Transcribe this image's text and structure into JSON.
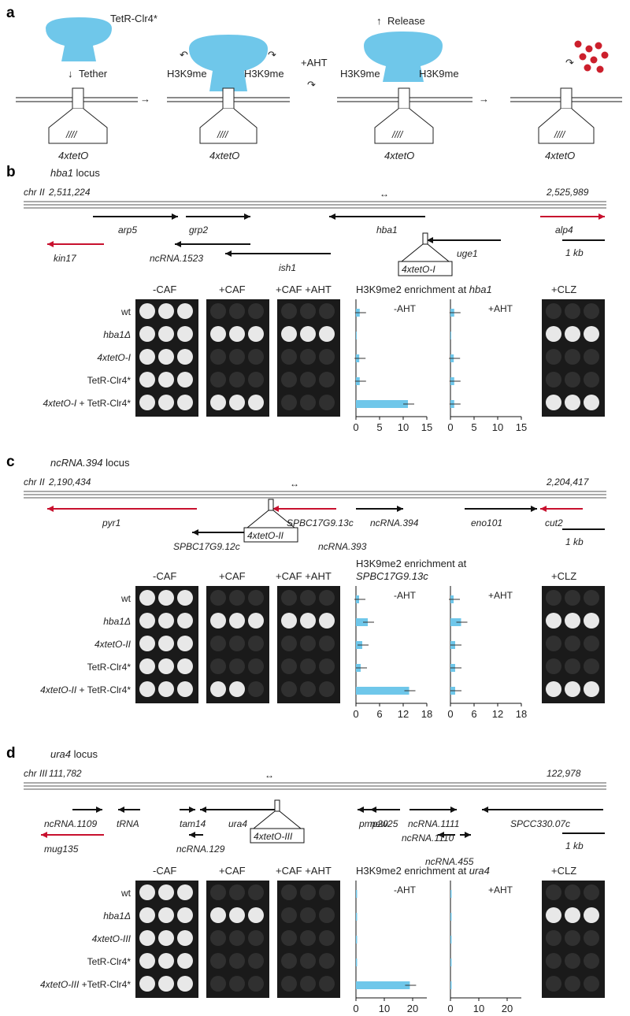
{
  "colors": {
    "protein": "#6fc7ea",
    "mark": "#cc1f2c",
    "bar": "#6fc7ea",
    "red_gene": "#c8102e",
    "spot_bg": "#1a1a1a",
    "spot": "#e8e8e8"
  },
  "panel_a": {
    "letter": "a",
    "protein_label": "TetR-Clr4*",
    "tether": "Tether",
    "mark": "H3K9me",
    "aht": "+AHT",
    "release": "Release",
    "tetO": "4xtetO",
    "tetO_marks": "////"
  },
  "panels": [
    {
      "letter": "b",
      "locus_name": "hba1",
      "locus_suffix": " locus",
      "chr": "chr II",
      "coord_left": "2,511,224",
      "coord_right": "2,525,989",
      "insert": "4xtetO-I",
      "scale": "1 kb",
      "genes": [
        "arp5",
        "grp2",
        "hba1",
        "alp4",
        "kin17",
        "ncRNA.1523",
        "ish1",
        "uge1"
      ],
      "conditions": [
        "-CAF",
        "+CAF",
        "+CAF +AHT",
        "+CLZ"
      ],
      "enrich_title": "H3K9me2 enrichment at ",
      "enrich_target": "hba1",
      "aht_minus": "-AHT",
      "aht_plus": "+AHT",
      "strains": [
        {
          "pre": "wt",
          "ital": ""
        },
        {
          "pre": "",
          "ital": "hba1Δ"
        },
        {
          "pre": "",
          "ital": "4xtetO-I"
        },
        {
          "pre": "TetR-Clr4*",
          "ital": ""
        },
        {
          "pre": "",
          "ital": "4xtetO-I",
          "post": " + TetR-Clr4*"
        }
      ],
      "ticks": [
        "0",
        "5",
        "10",
        "15"
      ],
      "chart_data": {
        "type": "bar",
        "xlim": [
          0,
          15
        ],
        "series": [
          {
            "name": "-AHT",
            "values": [
              0.8,
              0,
              0.7,
              0.8,
              11
            ]
          },
          {
            "name": "+AHT",
            "values": [
              0.8,
              0,
              0.7,
              0.8,
              0.8
            ]
          }
        ]
      },
      "spots": {
        "cond0": [
          3,
          3,
          3,
          3,
          3
        ],
        "cond1": [
          0,
          3,
          0,
          0,
          3
        ],
        "cond2": [
          0,
          3,
          0,
          0,
          0
        ],
        "cond3": [
          0,
          3,
          0,
          0,
          3
        ]
      }
    },
    {
      "letter": "c",
      "locus_name": "ncRNA.394",
      "locus_suffix": " locus",
      "chr": "chr II",
      "coord_left": "2,190,434",
      "coord_right": "2,204,417",
      "insert": "4xtetO-II",
      "scale": "1 kb",
      "genes": [
        "pyr1",
        "SPBC17G9.13c",
        "ncRNA.394",
        "eno101",
        "cut2",
        "SPBC17G9.12c",
        "ncRNA.393"
      ],
      "conditions": [
        "-CAF",
        "+CAF",
        "+CAF +AHT",
        "+CLZ"
      ],
      "enrich_title": "H3K9me2 enrichment at",
      "enrich_target": "SPBC17G9.13c",
      "aht_minus": "-AHT",
      "aht_plus": "+AHT",
      "strains": [
        {
          "pre": "wt",
          "ital": ""
        },
        {
          "pre": "",
          "ital": "hba1Δ"
        },
        {
          "pre": "",
          "ital": "4xtetO-II"
        },
        {
          "pre": "TetR-Clr4*",
          "ital": ""
        },
        {
          "pre": "",
          "ital": "4xtetO-II",
          "post": " + TetR-Clr4*"
        }
      ],
      "ticks": [
        "0",
        "6",
        "12",
        "18"
      ],
      "chart_data": {
        "type": "bar",
        "xlim": [
          0,
          18
        ],
        "series": [
          {
            "name": "-AHT",
            "values": [
              0.8,
              3,
              1.6,
              1.2,
              13.5
            ]
          },
          {
            "name": "+AHT",
            "values": [
              0.8,
              2.7,
              1.2,
              1.2,
              1.2
            ]
          }
        ]
      },
      "spots": {
        "cond0": [
          3,
          3,
          3,
          3,
          3
        ],
        "cond1": [
          0,
          3,
          0,
          0,
          2
        ],
        "cond2": [
          0,
          3,
          0,
          0,
          0
        ],
        "cond3": [
          0,
          3,
          0,
          0,
          3
        ]
      }
    },
    {
      "letter": "d",
      "locus_name": "ura4",
      "locus_suffix": " locus",
      "chr": "chr III",
      "coord_left": "111,782",
      "coord_right": "122,978",
      "insert": "4xtetO-III",
      "scale": "1 kb",
      "genes": [
        "ncRNA.1109",
        "tRNA",
        "tam14",
        "ura4",
        "new25",
        "pmp20",
        "ncRNA.1111",
        "SPCC330.07c",
        "mug135",
        "ncRNA.129",
        "ncRNA.1110",
        "ncRNA.455"
      ],
      "conditions": [
        "-CAF",
        "+CAF",
        "+CAF +AHT",
        "+CLZ"
      ],
      "enrich_title": "H3K9me2 enrichment at ",
      "enrich_target": "ura4",
      "aht_minus": "-AHT",
      "aht_plus": "+AHT",
      "strains": [
        {
          "pre": "wt",
          "ital": ""
        },
        {
          "pre": "",
          "ital": "hba1Δ"
        },
        {
          "pre": "",
          "ital": "4xtetO-III"
        },
        {
          "pre": "TetR-Clr4*",
          "ital": ""
        },
        {
          "pre": "",
          "ital": "4xtetO-III",
          "post": " +TetR-Clr4*"
        }
      ],
      "ticks": [
        "0",
        "10",
        "20"
      ],
      "chart_data": {
        "type": "bar",
        "xlim": [
          0,
          25
        ],
        "series": [
          {
            "name": "-AHT",
            "values": [
              0.4,
              0.4,
              0.4,
              0.4,
              19
            ]
          },
          {
            "name": "+AHT",
            "values": [
              0.4,
              0.4,
              0.4,
              0.4,
              0.4
            ]
          }
        ]
      },
      "spots": {
        "cond0": [
          3,
          3,
          3,
          3,
          3
        ],
        "cond1": [
          0,
          3,
          0,
          0,
          0
        ],
        "cond2": [
          0,
          0,
          0,
          0,
          0
        ],
        "cond3": [
          0,
          3,
          0,
          0,
          0
        ]
      }
    }
  ]
}
